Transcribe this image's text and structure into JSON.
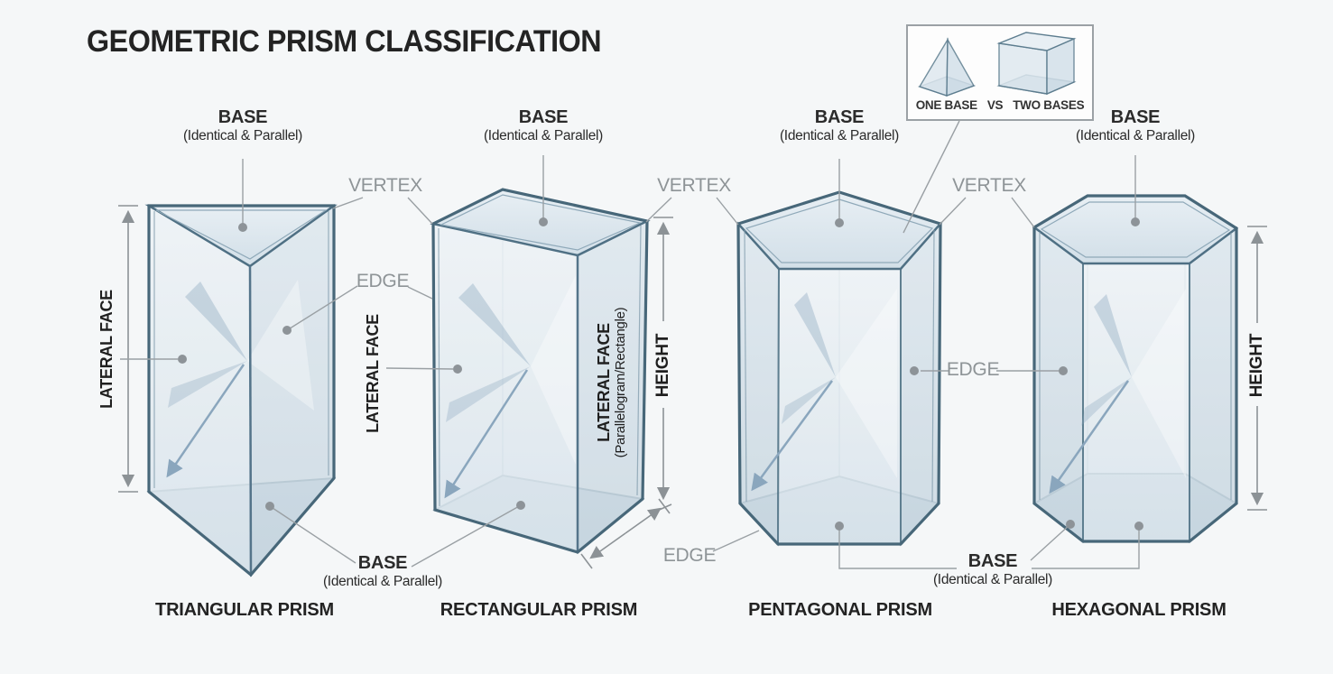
{
  "title": "GEOMETRIC PRISM CLASSIFICATION",
  "inset_legend": {
    "one_base": "ONE BASE",
    "vs": "VS",
    "two_bases": "TWO BASES",
    "icons": [
      "pyramid-icon",
      "prism-icon"
    ]
  },
  "labels": {
    "base": "BASE",
    "base_sub": "(Identical & Parallel)",
    "vertex": "VERTEX",
    "edge": "EDGE",
    "height": "HEIGHT",
    "lateral_face": "LATERAL FACE",
    "lateral_face_sub": "(Parallelogram/Rectangle)"
  },
  "prisms": [
    {
      "name": "TRIANGULAR PRISM",
      "base_shape": "triangle"
    },
    {
      "name": "RECTANGULAR PRISM",
      "base_shape": "rectangle"
    },
    {
      "name": "PENTAGONAL PRISM",
      "base_shape": "pentagon"
    },
    {
      "name": "HEXAGONAL PRISM",
      "base_shape": "hexagon"
    }
  ],
  "colors": {
    "background": "#f5f7f8",
    "prism_stroke": "#4f7084",
    "prism_face": "#e4edf2",
    "prism_top": "#d9e5ed",
    "prism_bottom": "#b9cbd8",
    "leader": "#9aa0a4",
    "label_dark": "#2b2b2b",
    "label_gray": "#8e9497",
    "ray_blue": "#8aa6bd"
  }
}
